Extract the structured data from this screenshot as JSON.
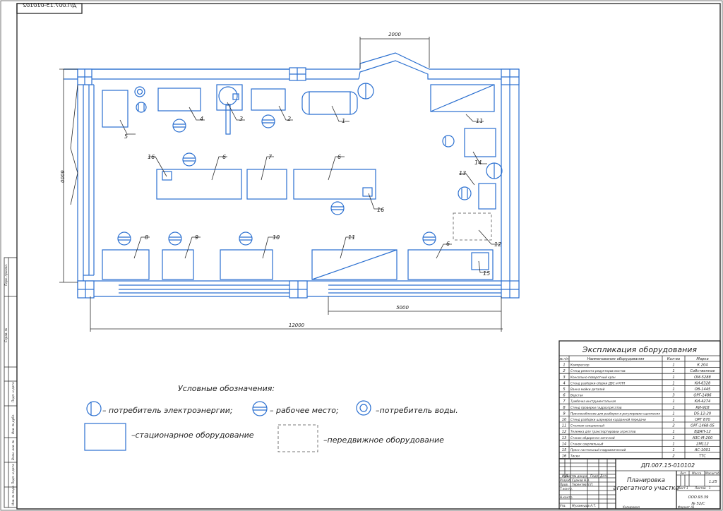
{
  "drawing_code_top": "ДП.007.15-010102",
  "dimensions": {
    "d2000": "2000",
    "d6000": "6000",
    "d5000": "5000",
    "d12000": "12000"
  },
  "plan_labels": [
    "1",
    "2",
    "3",
    "4",
    "5",
    "6",
    "6",
    "6",
    "7",
    "8",
    "9",
    "10",
    "11",
    "11",
    "12",
    "13",
    "14",
    "15",
    "16",
    "16"
  ],
  "legend": {
    "title": "Условные обозначения:",
    "electric": "– потребитель электроэнергии;",
    "workplace": "– рабочее место;",
    "water": "–потребитель воды.",
    "stationary": "–стационарное оборудование",
    "mobile": "–передвижное оборудование"
  },
  "spec": {
    "title": "Экспликация оборудования",
    "headers": [
      "№ п/п",
      "Наименование оборудования",
      "Кол-во",
      "Марка"
    ],
    "rows": [
      [
        "1",
        "Компрессор",
        "1",
        "К 204"
      ],
      [
        "2",
        "Стенд ремонта редукторов мостов",
        "1",
        "Собственное"
      ],
      [
        "3",
        "Консольно-поворотный кран",
        "1",
        "ОМ-5288"
      ],
      [
        "4",
        "Стенд разборки-сборки ДВС и КПП",
        "1",
        "КИ-6328"
      ],
      [
        "5",
        "Ванна мойки деталей",
        "1",
        "ОВ-1445"
      ],
      [
        "6",
        "Верстак",
        "3",
        "ОРГ-1486"
      ],
      [
        "7",
        "Тумбочка инструментальная",
        "1",
        "КИ-4274"
      ],
      [
        "8",
        "Стенд проверки гидроагрегатов",
        "1",
        "КИ-918"
      ],
      [
        "9",
        "Приспособление для разборки и регулировки сцепления",
        "1",
        "DS-12-20"
      ],
      [
        "10",
        "Стенд разборки шарниров карданной передачи",
        "1",
        "ОРГ 870"
      ],
      [
        "11",
        "Стеллаж секционный",
        "2",
        "ОРГ-1468-05"
      ],
      [
        "12",
        "Тележка для транспортировки агрегатов",
        "1",
        "ВДАП-12"
      ],
      [
        "13",
        "Станок обдирочно-заточной",
        "1",
        "АЗС-М-200"
      ],
      [
        "14",
        "Станок сверлильный",
        "1",
        "2М112"
      ],
      [
        "15",
        "Пресс настольный гидравлический",
        "1",
        "АС-1001"
      ],
      [
        "16",
        "Тиски",
        "2",
        "ТТС"
      ]
    ]
  },
  "title_block": {
    "code": "ДП.007.15-010102",
    "title_line1": "Планировка",
    "title_line2": "агрегатного участка",
    "col_lit": "Лит.",
    "col_mass": "Масса",
    "col_scale": "Масштаб",
    "scale": "1:25",
    "sheet": "Лист",
    "sheets": "Листов",
    "sheet_count": "1",
    "org_line1": "ООО.93.39",
    "org_line2": "№ 52/С",
    "row_labels": [
      "Изм.",
      "Лист",
      "№ докум.",
      "Подп.",
      "Дата"
    ],
    "roles": [
      "Разраб.",
      "Пров.",
      "Т.контр.",
      "",
      "Н.контр.",
      "Утв."
    ],
    "names": [
      "Сурков Н.В.",
      "Терентев В.П.",
      "",
      "",
      "",
      "Мухамедов А.Т."
    ],
    "copied": "Копировал",
    "format": "Формат  А1"
  },
  "side_labels": [
    "Перв. примен.",
    "Справ. №",
    "Подп. и дата",
    "Инв. № дубл.",
    "Взам. инв. №",
    "Подп. и дата",
    "Инв. № подл."
  ]
}
